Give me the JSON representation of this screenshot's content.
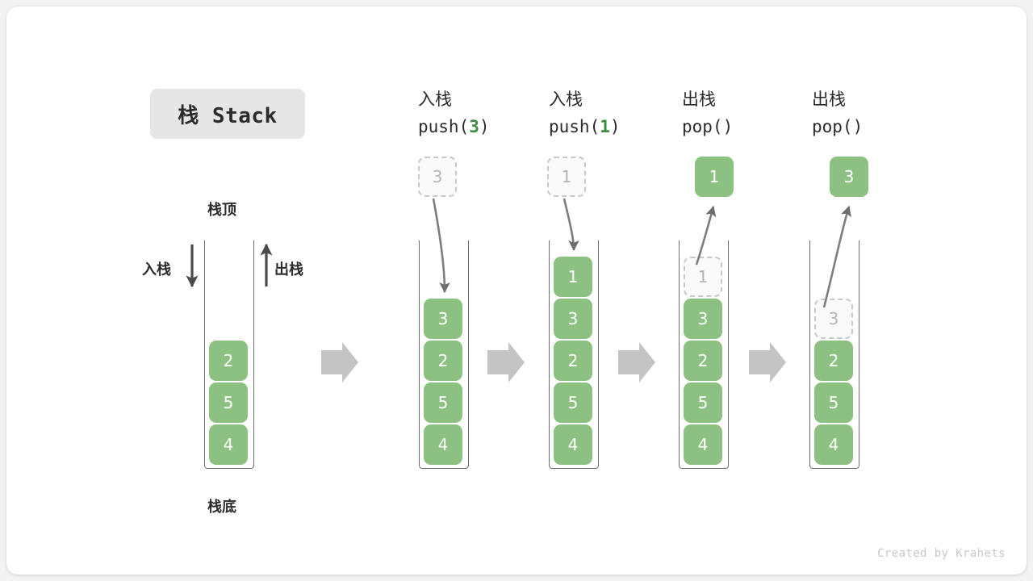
{
  "title": {
    "badge_label": "栈 Stack"
  },
  "watermark": "Created by Krahets",
  "colors": {
    "cell_green": "#8cc182",
    "ghost_border": "#c9c9c9",
    "ghost_text": "#b4b4b4",
    "tube_stroke": "#6d6d6d",
    "block_arrow": "#c4c4c4",
    "accent_green_text": "#3c8c40",
    "badge_bg": "#e6e6e6",
    "card_bg": "#ffffff",
    "page_bg": "#f3f3f3"
  },
  "labels": {
    "stack_top": "栈顶",
    "stack_bottom": "栈底",
    "push": "入栈",
    "pop": "出栈"
  },
  "stages": [
    {
      "id": "stage-initial",
      "op_cjk": "",
      "op_code_prefix": "",
      "op_code_value": "",
      "op_code_suffix": "",
      "items": [
        "2",
        "5",
        "4"
      ],
      "ghost_item": null,
      "floating_item": null
    },
    {
      "id": "stage-push-3",
      "op_cjk": "入栈",
      "op_code_prefix": "push(",
      "op_code_value": "3",
      "op_code_suffix": ")",
      "items": [
        "3",
        "2",
        "5",
        "4"
      ],
      "ghost_item": {
        "value": "3",
        "position": "above"
      },
      "floating_item": null
    },
    {
      "id": "stage-push-1",
      "op_cjk": "入栈",
      "op_code_prefix": "push(",
      "op_code_value": "1",
      "op_code_suffix": ")",
      "items": [
        "1",
        "3",
        "2",
        "5",
        "4"
      ],
      "ghost_item": {
        "value": "1",
        "position": "above"
      },
      "floating_item": null
    },
    {
      "id": "stage-pop-1",
      "op_cjk": "出栈",
      "op_code_prefix": "pop(",
      "op_code_value": "",
      "op_code_suffix": ")",
      "items": [
        "3",
        "2",
        "5",
        "4"
      ],
      "ghost_item": {
        "value": "1",
        "position": "in-stack-slot-0"
      },
      "floating_item": {
        "value": "1"
      }
    },
    {
      "id": "stage-pop-3",
      "op_cjk": "出栈",
      "op_code_prefix": "pop(",
      "op_code_value": "",
      "op_code_suffix": ")",
      "items": [
        "2",
        "5",
        "4"
      ],
      "ghost_item": {
        "value": "3",
        "position": "in-stack-slot-0"
      },
      "floating_item": {
        "value": "3"
      }
    }
  ],
  "icons": {
    "push_arrow": "arrow-down-icon",
    "pop_arrow": "arrow-up-icon",
    "transition": "block-arrow-right-icon",
    "push_curve": "curved-arrow-down-icon",
    "pop_curve": "curved-arrow-up-icon"
  }
}
